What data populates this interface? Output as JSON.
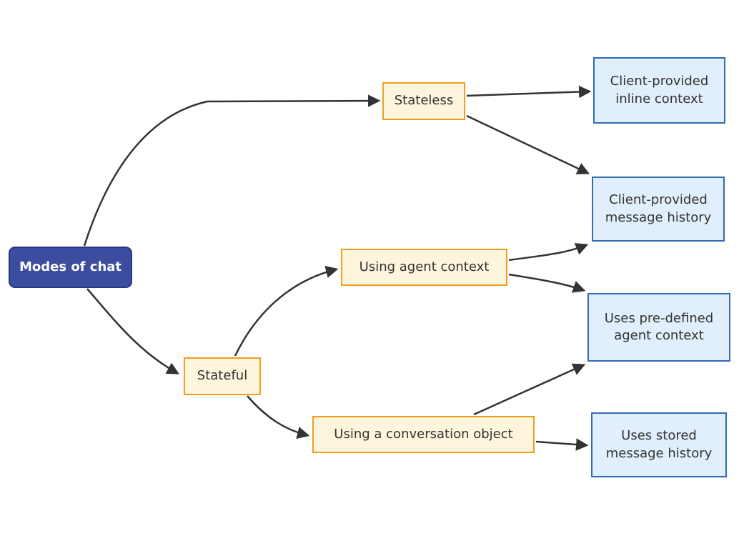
{
  "diagram": {
    "type": "flowchart",
    "direction": "left-to-right",
    "nodes": {
      "root": {
        "label": "Modes of chat"
      },
      "stateless": {
        "label": "Stateless"
      },
      "stateful": {
        "label": "Stateful"
      },
      "using_agent_context": {
        "label": "Using agent context"
      },
      "using_conversation_object": {
        "label": "Using a conversation object"
      },
      "client_inline_context": {
        "label": "Client-provided\ninline context"
      },
      "client_message_history": {
        "label": "Client-provided\nmessage history"
      },
      "predefined_agent_context": {
        "label": "Uses pre-defined\nagent context"
      },
      "stored_message_history": {
        "label": "Uses stored\nmessage history"
      }
    },
    "edges": [
      {
        "from": "Modes of chat",
        "to": "Stateless"
      },
      {
        "from": "Modes of chat",
        "to": "Stateful"
      },
      {
        "from": "Stateless",
        "to": "Client-provided inline context"
      },
      {
        "from": "Stateless",
        "to": "Client-provided message history"
      },
      {
        "from": "Stateful",
        "to": "Using agent context"
      },
      {
        "from": "Stateful",
        "to": "Using a conversation object"
      },
      {
        "from": "Using agent context",
        "to": "Client-provided message history"
      },
      {
        "from": "Using agent context",
        "to": "Uses pre-defined agent context"
      },
      {
        "from": "Using a conversation object",
        "to": "Uses pre-defined agent context"
      },
      {
        "from": "Using a conversation object",
        "to": "Uses stored message history"
      }
    ],
    "colors": {
      "root_fill": "#3C4DA0",
      "root_border": "#2A3786",
      "root_text": "#FFFFFF",
      "branch_fill": "#FDF5DC",
      "branch_border": "#F39C1F",
      "leaf_fill": "#E1EEFB",
      "leaf_border": "#2F6DB5",
      "node_text": "#333333",
      "edge_stroke": "#333333"
    }
  }
}
